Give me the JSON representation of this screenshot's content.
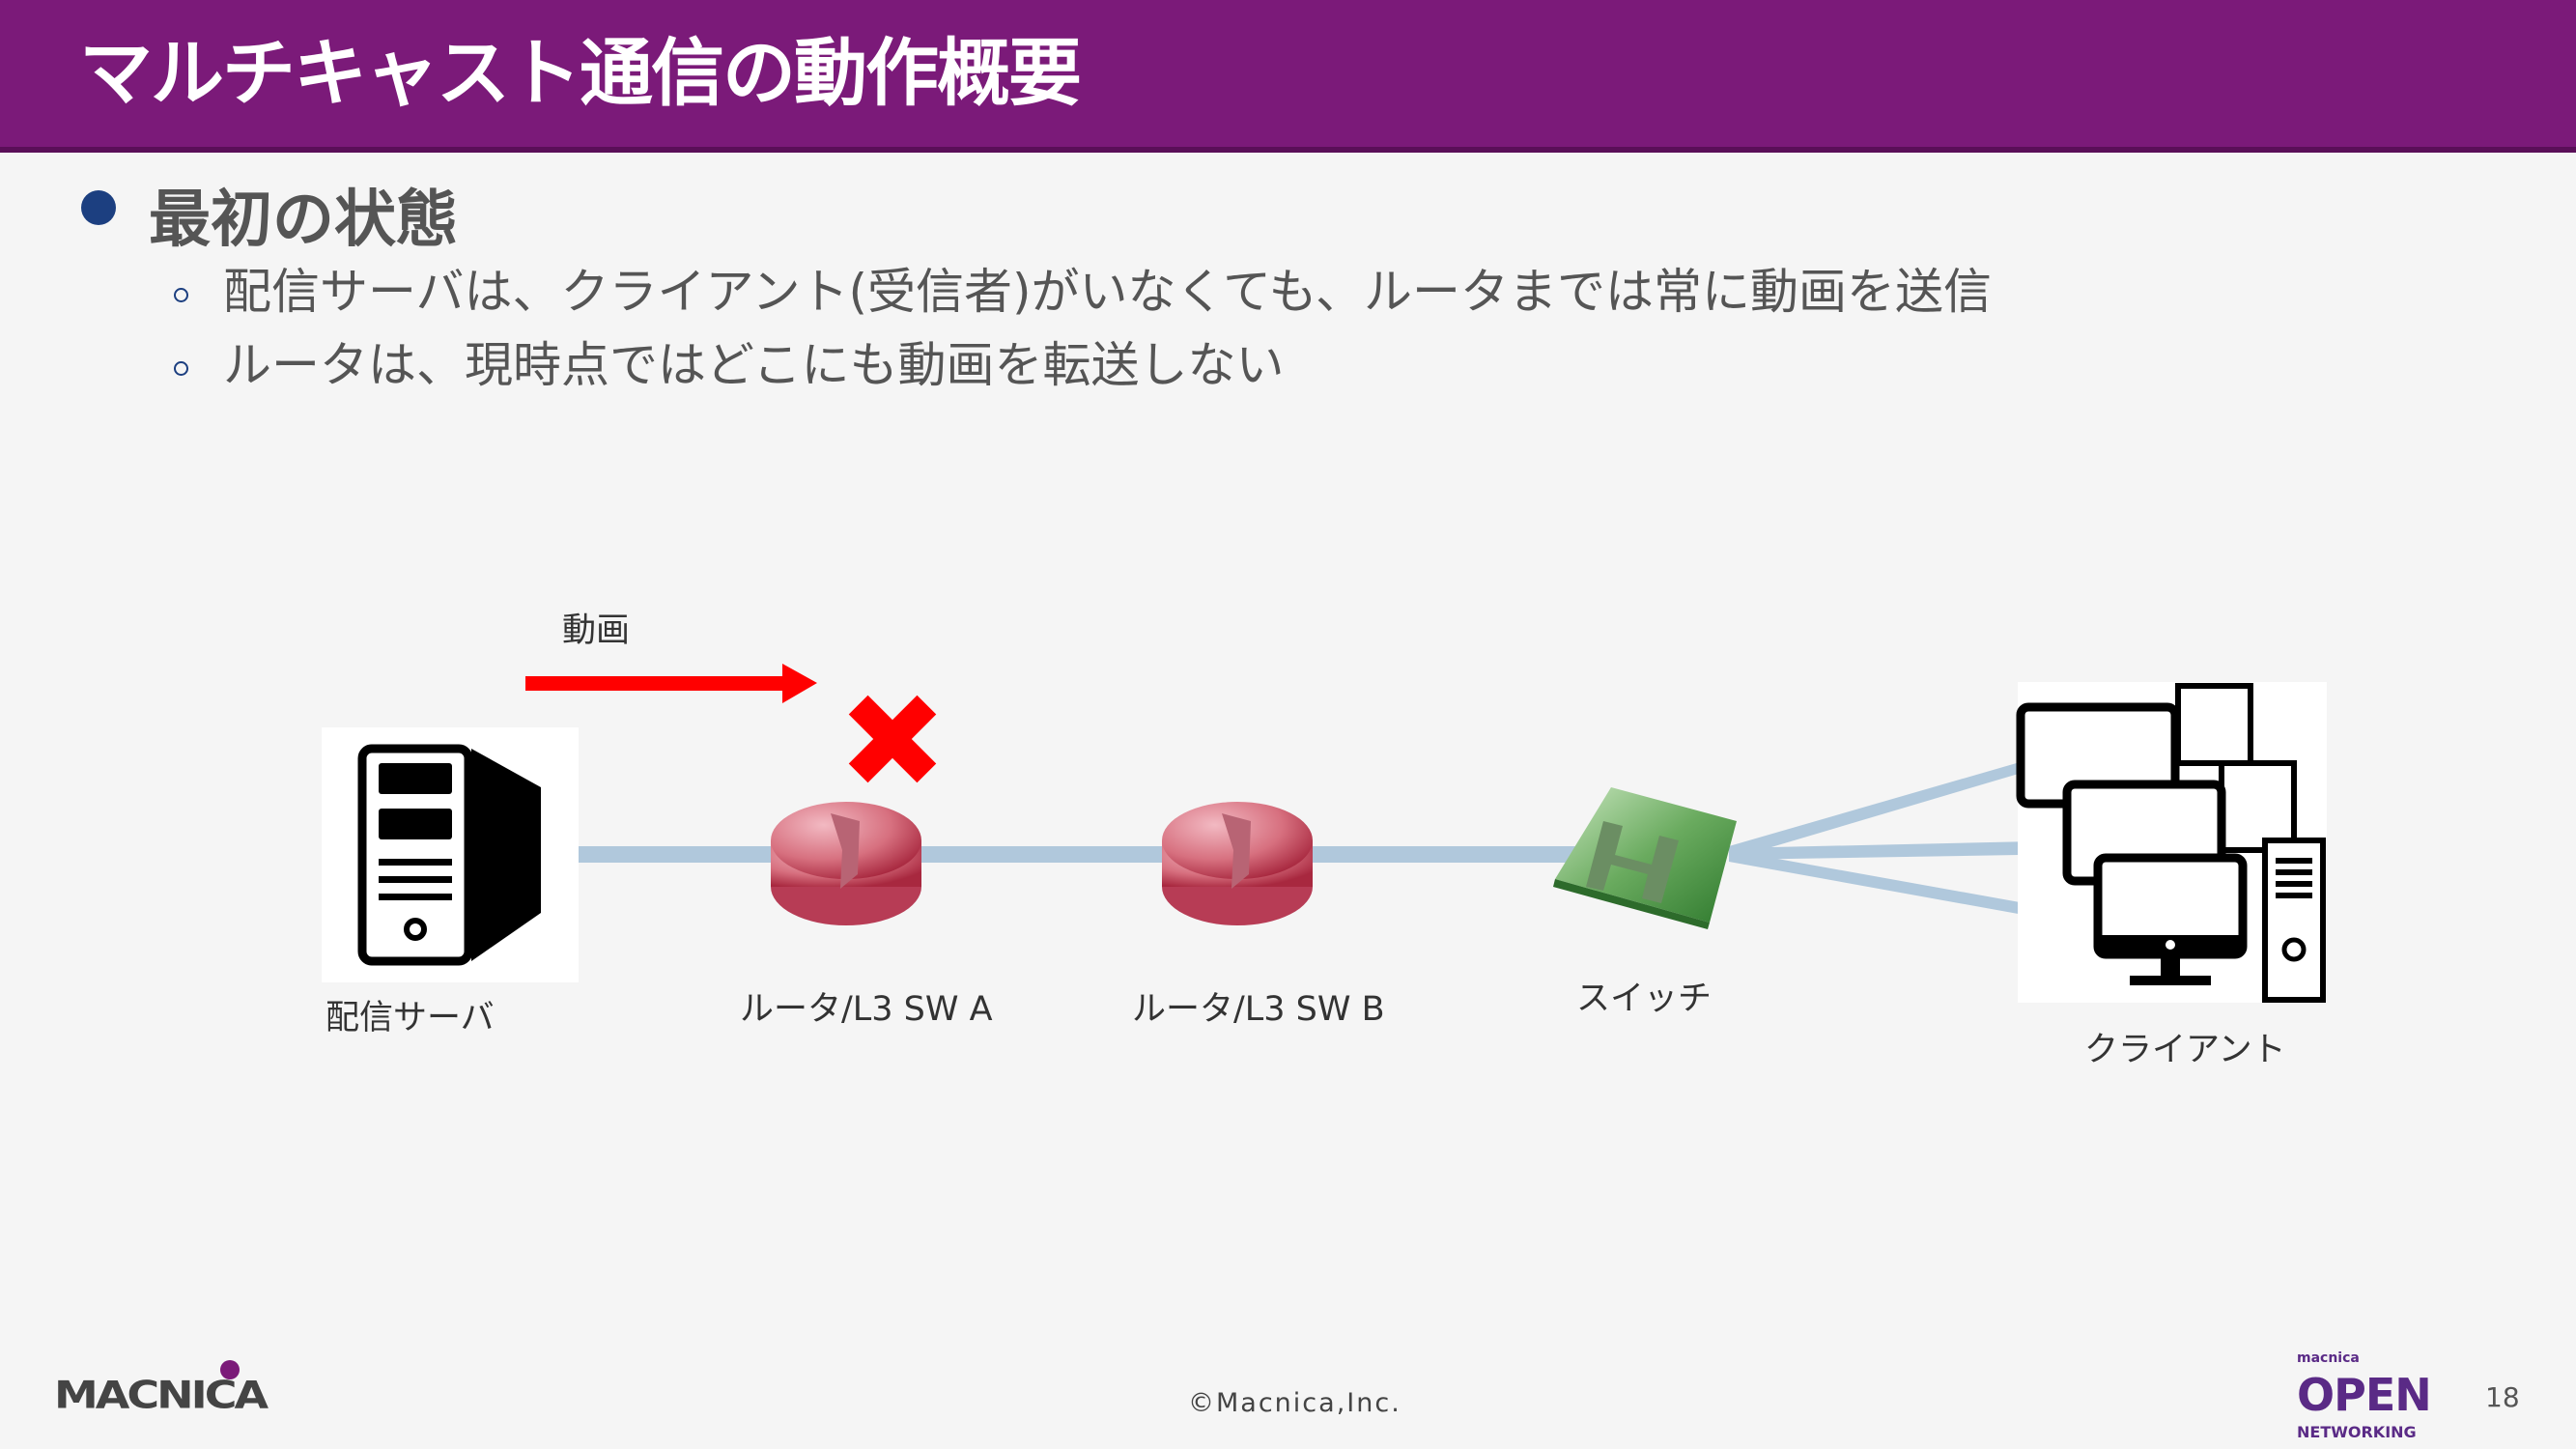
{
  "title": "マルチキャスト通信の動作概要",
  "heading": "最初の状態",
  "bullets": [
    "配信サーバは、クライアント(受信者)がいなくても、ルータまでは常に動画を送信",
    "ルータは、現時点ではどこにも動画を転送しない"
  ],
  "diagram": {
    "flow_label": "動画",
    "nodes": {
      "server": "配信サーバ",
      "router_a": "ルータ/L3 SW A",
      "router_b": "ルータ/L3 SW B",
      "switch": "スイッチ",
      "clients": "クライアント"
    },
    "colors": {
      "arrow": "#ff0000",
      "link": "#b0c8dc",
      "router": "#d9707f",
      "switch": "#5fa05a"
    }
  },
  "footer": {
    "logo": "MACNICA",
    "copyright": "©Macnica,Inc.",
    "open_logo": {
      "top": "macnica",
      "main": "OPEN",
      "bottom": "NETWORKING"
    },
    "page": "18"
  }
}
